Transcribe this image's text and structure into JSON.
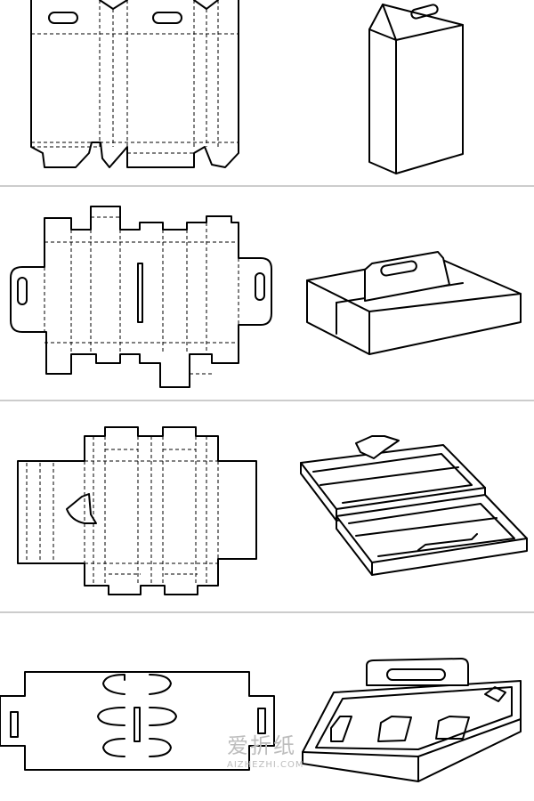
{
  "watermark": {
    "chinese": "爱折纸",
    "url": "AIZHEZHI.COM"
  },
  "rows": [
    {
      "id": "tall-handle-box"
    },
    {
      "id": "handle-tray-box"
    },
    {
      "id": "hinged-lid-box"
    },
    {
      "id": "three-slot-carrier"
    }
  ]
}
